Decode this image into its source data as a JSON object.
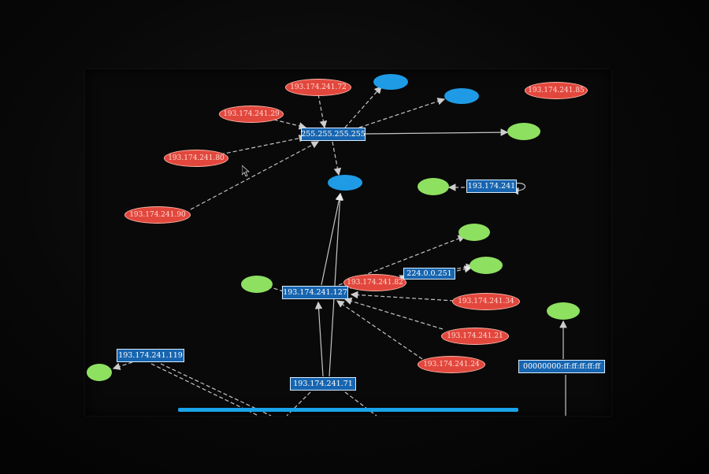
{
  "colors": {
    "host_red": "#e2473d",
    "host_green": "#8ee061",
    "host_blue": "#1f9be6",
    "router_box": "#1765b0",
    "edge": "#e6e6e6",
    "scrollbar": "#1aa3e8"
  },
  "graph": {
    "router_nodes": [
      {
        "id": "broadcast",
        "label": "255.255.255.255"
      },
      {
        "id": "subnet",
        "label": "193.174.241"
      },
      {
        "id": "gw127",
        "label": "193.174.241.127"
      },
      {
        "id": "multicast",
        "label": "224.0.0.251"
      },
      {
        "id": "gw119",
        "label": "193.174.241.119"
      },
      {
        "id": "gw71",
        "label": "193.174.241.71"
      },
      {
        "id": "mac",
        "label": "00000000:ff:ff:ff:ff:ff"
      }
    ],
    "red_hosts": [
      {
        "id": "r72",
        "label": "193.174.241.72"
      },
      {
        "id": "r85",
        "label": "193.174.241.85"
      },
      {
        "id": "r29",
        "label": "193.174.241.29"
      },
      {
        "id": "r80a",
        "label": "193.174.241.80"
      },
      {
        "id": "r90",
        "label": "193.174.241.90"
      },
      {
        "id": "r82",
        "label": "193.174.241.82"
      },
      {
        "id": "r34",
        "label": "193.174.241.34"
      },
      {
        "id": "r21",
        "label": "193.174.241.21"
      },
      {
        "id": "r24",
        "label": "193.174.241.24"
      }
    ],
    "blue_hosts": [
      {
        "id": "b1",
        "label": ""
      },
      {
        "id": "b2",
        "label": ""
      },
      {
        "id": "b3",
        "label": ""
      }
    ],
    "green_hosts": [
      {
        "id": "g1",
        "label": ""
      },
      {
        "id": "g2",
        "label": ""
      },
      {
        "id": "g3",
        "label": ""
      },
      {
        "id": "g4",
        "label": ""
      },
      {
        "id": "g5",
        "label": ""
      },
      {
        "id": "g6",
        "label": ""
      },
      {
        "id": "g7",
        "label": ""
      }
    ]
  }
}
